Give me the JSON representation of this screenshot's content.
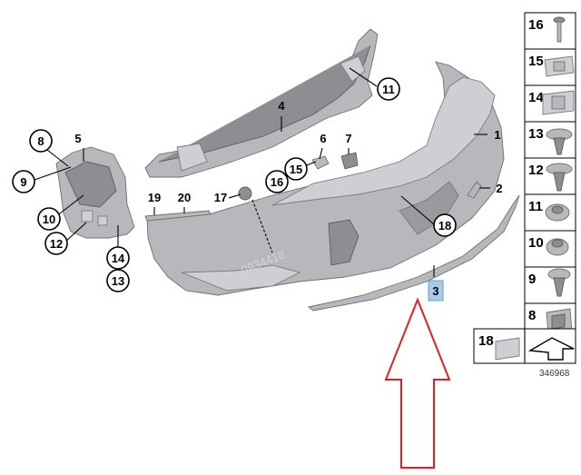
{
  "callouts": {
    "c1": "1",
    "c2": "2",
    "c3": "3",
    "c4": "4",
    "c5": "5",
    "c6": "6",
    "c7": "7",
    "c8": "8",
    "c9": "9",
    "c10": "10",
    "c11": "11",
    "c12": "12",
    "c13": "13",
    "c14": "14",
    "c15": "15",
    "c16": "16",
    "c17": "17",
    "c18": "18",
    "c19": "19",
    "c20": "20"
  },
  "sidebar": {
    "items": [
      {
        "label": "16"
      },
      {
        "label": "15"
      },
      {
        "label": "14"
      },
      {
        "label": "13"
      },
      {
        "label": "12"
      },
      {
        "label": "11"
      },
      {
        "label": "10"
      },
      {
        "label": "9"
      },
      {
        "label": "8"
      }
    ],
    "bottom_label": "18"
  },
  "diagram_number": "346968",
  "watermark": "0934418",
  "colors": {
    "highlight_box": "#a8cbe8",
    "arrow": "#e02020",
    "part_gray": "#b8b8bc"
  }
}
